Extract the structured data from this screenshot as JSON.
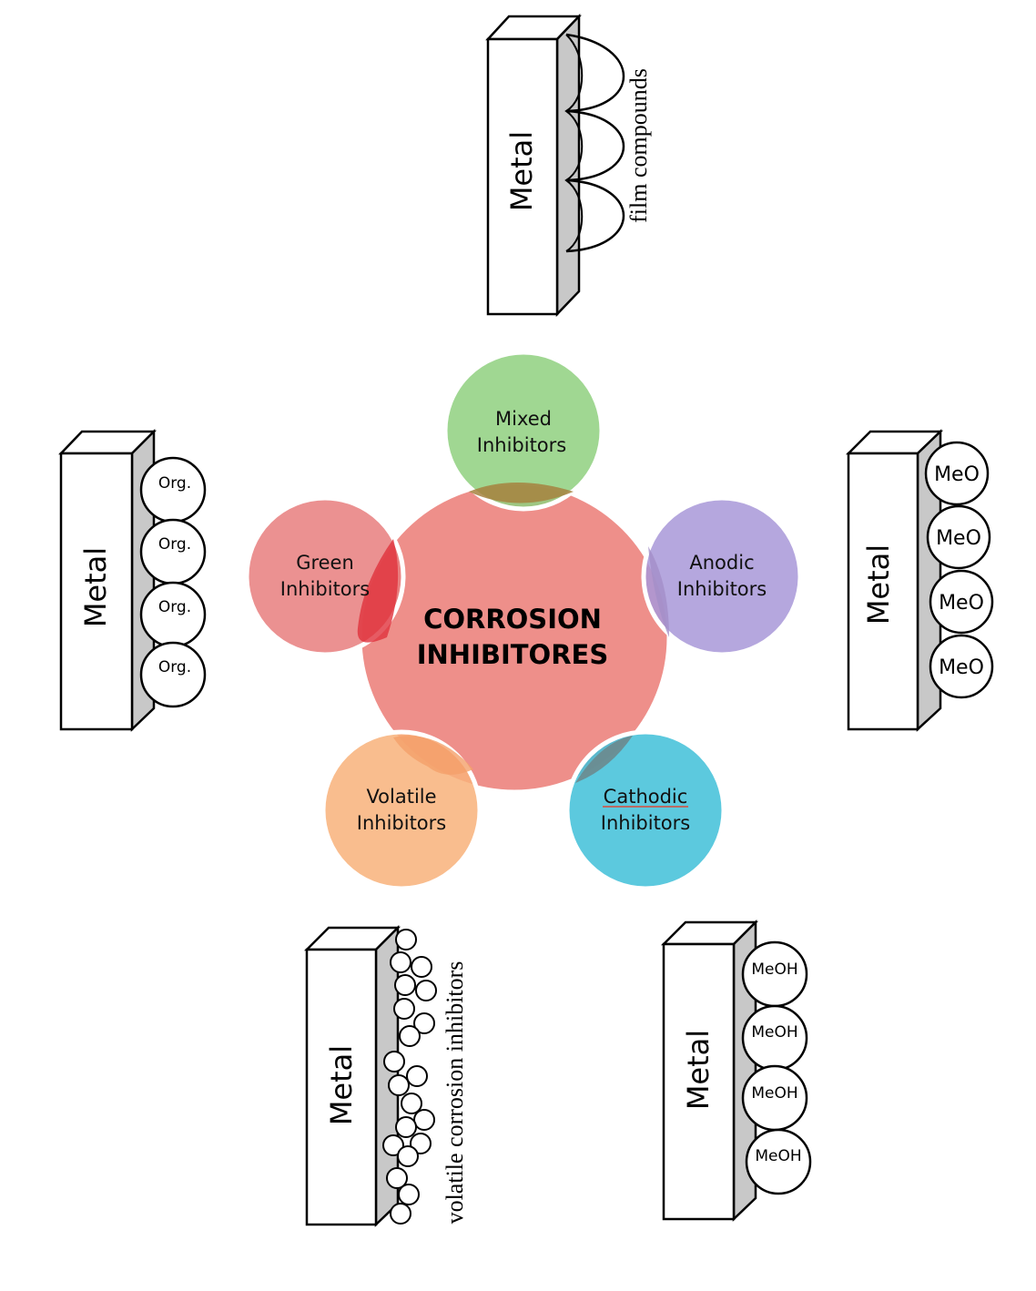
{
  "center": {
    "line1": "CORROSION",
    "line2": "INHIBITORES"
  },
  "inhibitors": {
    "mixed": {
      "line1": "Mixed",
      "line2": "Inhibitors",
      "color": "#8fd07f"
    },
    "anodic": {
      "line1": "Anodic",
      "line2": "Inhibitors",
      "color": "#a898d8"
    },
    "cathodic": {
      "line1": "Cathodic",
      "line2": "Inhibitors",
      "color": "#3fc0d8"
    },
    "volatile": {
      "line1": "Volatile",
      "line2": "Inhibitors",
      "color": "#f8b27a"
    },
    "green": {
      "line1": "Green",
      "line2": "Inhibitors",
      "color": "#e87e7e"
    }
  },
  "center_color": "#ee8f8a",
  "metal_label": "Metal",
  "panels": {
    "top": {
      "annotation": "film compounds"
    },
    "left": {
      "particles": [
        "Org.",
        "Org.",
        "Org.",
        "Org."
      ]
    },
    "right": {
      "particles": [
        "MeO",
        "MeO",
        "MeO",
        "MeO"
      ]
    },
    "bottom_left": {
      "annotation": "volatile corrosion inhibitors"
    },
    "bottom_right": {
      "particles": [
        "MeOH",
        "MeOH",
        "MeOH",
        "MeOH"
      ]
    }
  }
}
